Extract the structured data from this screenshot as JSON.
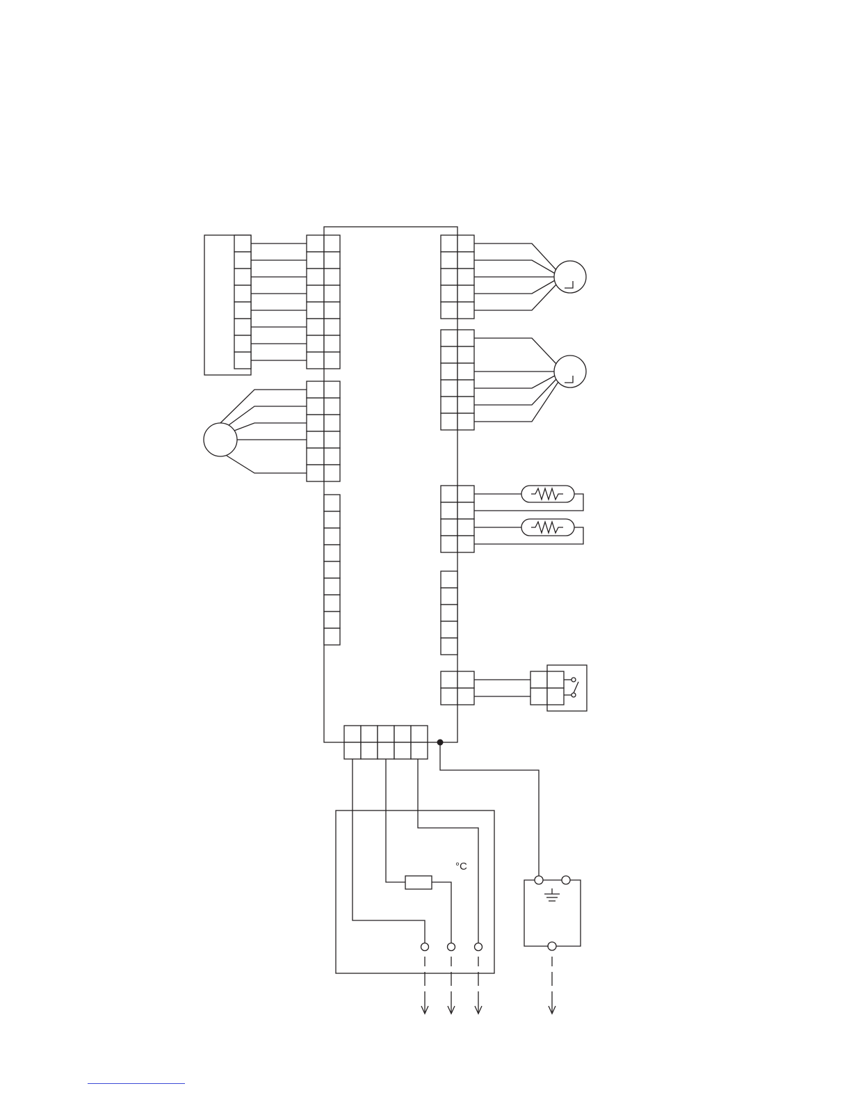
{
  "diagram": {
    "type": "wiring-diagram",
    "components": [
      {
        "id": "connector-left-8pin-strip",
        "kind": "terminal-block",
        "pins": 8
      },
      {
        "id": "motor-left",
        "kind": "motor",
        "wires": 6
      },
      {
        "id": "stepper-motor-top",
        "kind": "stepper-motor",
        "wires": 5
      },
      {
        "id": "stepper-motor-middle",
        "kind": "stepper-motor",
        "wires": 6
      },
      {
        "id": "thermistor-1",
        "kind": "thermistor"
      },
      {
        "id": "thermistor-2",
        "kind": "thermistor"
      },
      {
        "id": "switch-assembly",
        "kind": "switch"
      },
      {
        "id": "power-terminal-block",
        "kind": "terminal-block",
        "pins": 5
      },
      {
        "id": "fuse",
        "kind": "fuse"
      },
      {
        "id": "ground-terminal",
        "kind": "earth-terminal"
      }
    ],
    "labels": {
      "temperature_symbol": "°C"
    },
    "colors": {
      "line": "#231f20",
      "background": "#ffffff",
      "link_underline": "#3b4ad6"
    }
  }
}
